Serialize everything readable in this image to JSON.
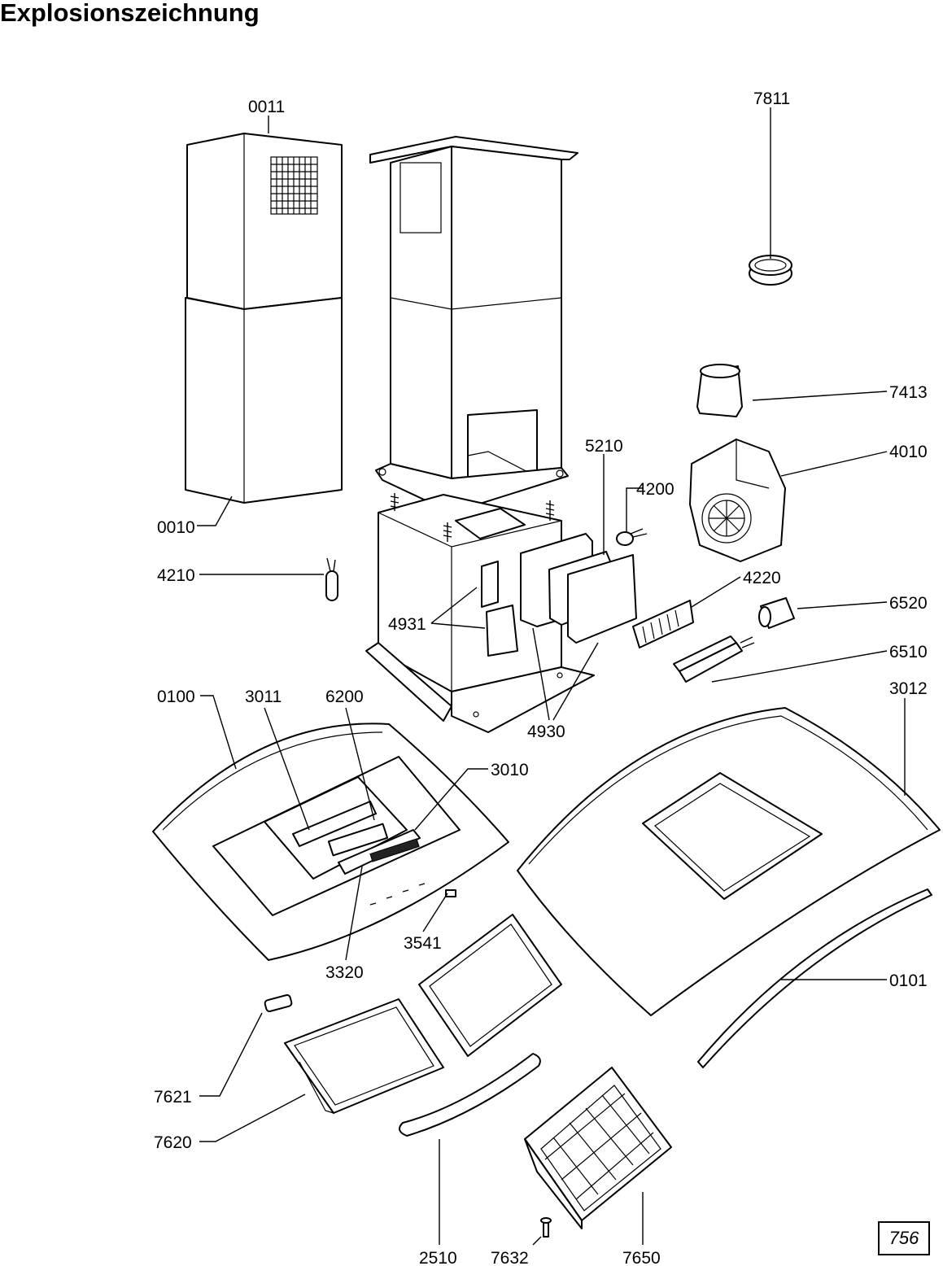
{
  "title": "Explosionszeichnung",
  "page_number": "756",
  "parts": {
    "p0011": "0011",
    "p7811": "7811",
    "p7413": "7413",
    "p5210": "5210",
    "p4010": "4010",
    "p4200": "4200",
    "p0010": "0010",
    "p4210": "4210",
    "p4220": "4220",
    "p6520": "6520",
    "p4931": "4931",
    "p6510": "6510",
    "p0100": "0100",
    "p3011": "3011",
    "p6200": "6200",
    "p3012": "3012",
    "p4930": "4930",
    "p3010": "3010",
    "p3541": "3541",
    "p3320": "3320",
    "p0101": "0101",
    "p7621": "7621",
    "p7620": "7620",
    "p2510": "2510",
    "p7632": "7632",
    "p7650": "7650"
  }
}
